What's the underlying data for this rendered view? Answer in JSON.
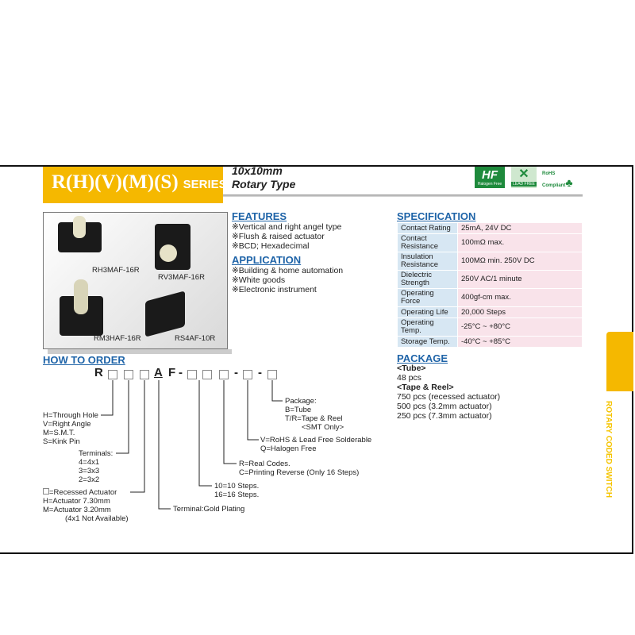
{
  "header": {
    "series": "R(H)(V)(M)(S)",
    "series_suffix": "SERIES",
    "size": "10x10mm",
    "type": "Rotary Type"
  },
  "logos": {
    "halogen": "Halogen Free",
    "lead": "LEAD FREE",
    "rohs": "RoHS Compliant"
  },
  "products": [
    "RH3MAF-16R",
    "RV3MAF-16R",
    "RM3HAF-16R",
    "RS4AF-10R"
  ],
  "features": {
    "title": "FEATURES",
    "items": [
      "※Vertical and right angel type",
      "※Flush & raised actuator",
      "※BCD; Hexadecimal"
    ]
  },
  "application": {
    "title": "APPLICATION",
    "items": [
      "※Building & home automation",
      "※White goods",
      "※Electronic instrument"
    ]
  },
  "specification": {
    "title": "SPECIFICATION",
    "rows": [
      {
        "k": "Contact Rating",
        "v": "25mA, 24V DC"
      },
      {
        "k": "Contact Resistance",
        "v": "100mΩ max."
      },
      {
        "k": "Insulation Resistance",
        "v": "100MΩ min. 250V DC"
      },
      {
        "k": "Dielectric Strength",
        "v": "250V AC/1 minute"
      },
      {
        "k": "Operating Force",
        "v": "400gf-cm max."
      },
      {
        "k": "Operating Life",
        "v": "20,000 Steps"
      },
      {
        "k": "Operating Temp.",
        "v": "-25°C ~ +80°C"
      },
      {
        "k": "Storage Temp.",
        "v": "-40°C ~ +85°C"
      }
    ]
  },
  "package": {
    "title": "PACKAGE",
    "tube": "<Tube>",
    "tube_qty": "48 pcs",
    "reel": "<Tape & Reel>",
    "reel_items": [
      "750 pcs (recessed actuator)",
      "500 pcs (3.2mm actuator)",
      "250 pcs (7.3mm actuator)"
    ]
  },
  "order": {
    "title": "HOW TO ORDER",
    "r": "R",
    "a": "A",
    "f": "F",
    "dash": "-",
    "mount": [
      "H=Through Hole",
      "V=Right Angle",
      "M=S.M.T.",
      "S=Kink Pin"
    ],
    "terminals": [
      "Terminals:",
      "4=4x1",
      "3=3x3",
      "2=3x2"
    ],
    "actuator": [
      "=Recessed Actuator",
      "H=Actuator 7.30mm",
      "M=Actuator 3.20mm",
      "(4x1 Not Available)"
    ],
    "plating": "Terminal:Gold Plating",
    "steps": [
      "10=10 Steps.",
      "16=16 Steps."
    ],
    "codes": [
      "R=Real Codes.",
      "C=Printing Reverse (Only 16 Steps)"
    ],
    "solder": [
      "V=RoHS & Lead Free Solderable",
      "Q=Halogen Free"
    ],
    "pkg": [
      "Package:",
      "B=Tube",
      "T/R=Tape & Reel",
      "<SMT Only>"
    ]
  },
  "side_label": "ROTARY CODED SWITCH"
}
